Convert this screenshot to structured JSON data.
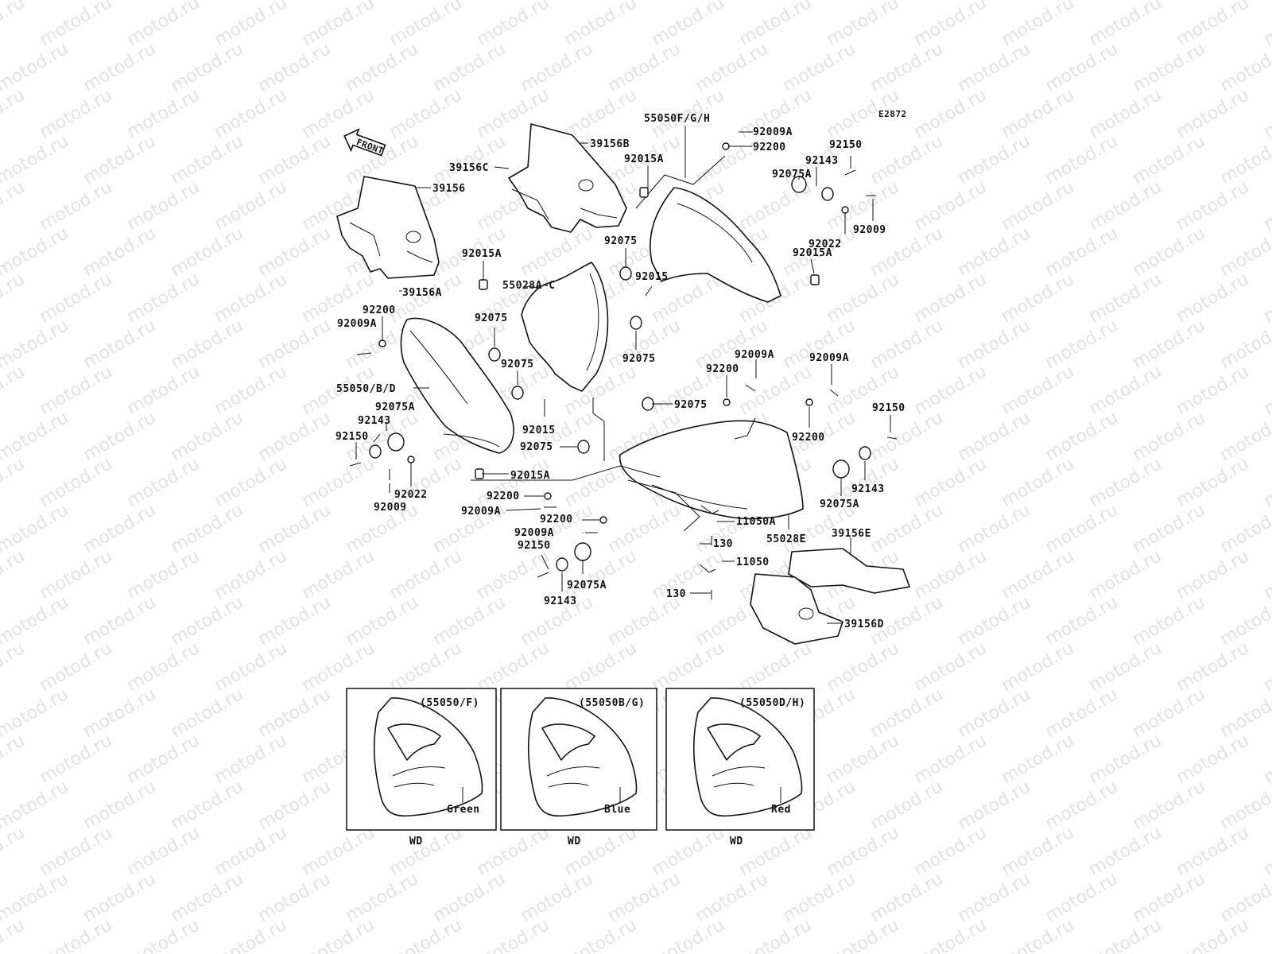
{
  "watermark": "motod.ru",
  "diagram_code": "E2872",
  "front_label": "FRONT",
  "callouts": [
    {
      "id": "c1",
      "text": "55050F/G/H"
    },
    {
      "id": "c2",
      "text": "92009A"
    },
    {
      "id": "c3",
      "text": "92200"
    },
    {
      "id": "c4",
      "text": "92150"
    },
    {
      "id": "c5",
      "text": "92143"
    },
    {
      "id": "c6",
      "text": "92075A"
    },
    {
      "id": "c7",
      "text": "92015A"
    },
    {
      "id": "c8",
      "text": "39156B"
    },
    {
      "id": "c9",
      "text": "39156C"
    },
    {
      "id": "c10",
      "text": "39156"
    },
    {
      "id": "c11",
      "text": "92009"
    },
    {
      "id": "c12",
      "text": "92022"
    },
    {
      "id": "c13",
      "text": "92015A"
    },
    {
      "id": "c14",
      "text": "92075"
    },
    {
      "id": "c15",
      "text": "92015"
    },
    {
      "id": "c16",
      "text": "55028A~C"
    },
    {
      "id": "c17",
      "text": "92015A"
    },
    {
      "id": "c18",
      "text": "39156A"
    },
    {
      "id": "c19",
      "text": "92200"
    },
    {
      "id": "c20",
      "text": "92009A"
    },
    {
      "id": "c21",
      "text": "92075"
    },
    {
      "id": "c22",
      "text": "92075"
    },
    {
      "id": "c23",
      "text": "92075"
    },
    {
      "id": "c24",
      "text": "92009A"
    },
    {
      "id": "c25",
      "text": "92009A"
    },
    {
      "id": "c26",
      "text": "92200"
    },
    {
      "id": "c27",
      "text": "55050/B/D"
    },
    {
      "id": "c28",
      "text": "92075A"
    },
    {
      "id": "c29",
      "text": "92143"
    },
    {
      "id": "c30",
      "text": "92150"
    },
    {
      "id": "c31",
      "text": "92015"
    },
    {
      "id": "c32",
      "text": "92075"
    },
    {
      "id": "c33",
      "text": "92075"
    },
    {
      "id": "c34",
      "text": "92150"
    },
    {
      "id": "c35",
      "text": "92200"
    },
    {
      "id": "c36",
      "text": "92015A"
    },
    {
      "id": "c37",
      "text": "92022"
    },
    {
      "id": "c38",
      "text": "92009"
    },
    {
      "id": "c39",
      "text": "92200"
    },
    {
      "id": "c40",
      "text": "92009A"
    },
    {
      "id": "c41",
      "text": "92200"
    },
    {
      "id": "c42",
      "text": "92009A"
    },
    {
      "id": "c43",
      "text": "92150"
    },
    {
      "id": "c44",
      "text": "92075A"
    },
    {
      "id": "c45",
      "text": "92143"
    },
    {
      "id": "c46",
      "text": "11050A"
    },
    {
      "id": "c47",
      "text": "130"
    },
    {
      "id": "c48",
      "text": "11050"
    },
    {
      "id": "c49",
      "text": "130"
    },
    {
      "id": "c50",
      "text": "55028E"
    },
    {
      "id": "c51",
      "text": "92143"
    },
    {
      "id": "c52",
      "text": "92075A"
    },
    {
      "id": "c53",
      "text": "39156E"
    },
    {
      "id": "c54",
      "text": "39156D"
    }
  ],
  "variants": [
    {
      "code": "(55050/F)",
      "color": "Green",
      "market": "WD"
    },
    {
      "code": "(55050B/G)",
      "color": "Blue",
      "market": "WD"
    },
    {
      "code": "(55050D/H)",
      "color": "Red",
      "market": "WD"
    }
  ]
}
